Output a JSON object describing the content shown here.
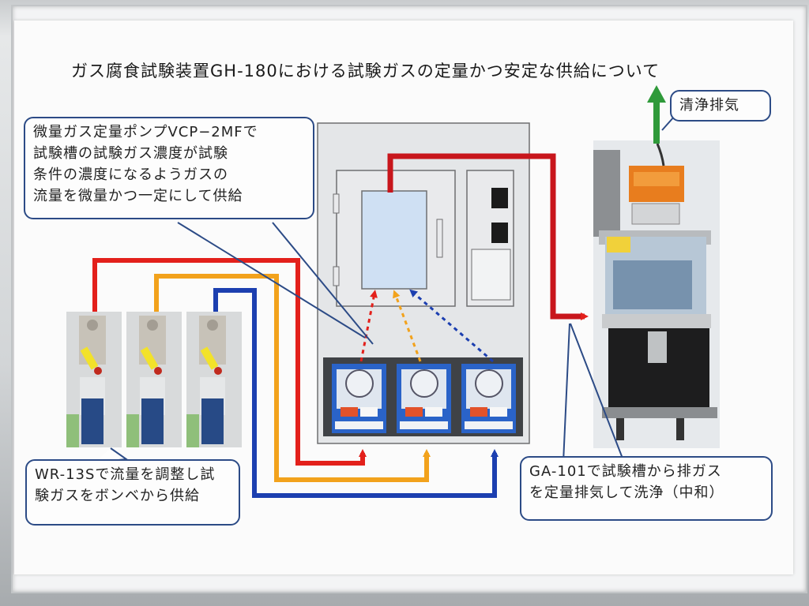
{
  "title": "ガス腐食試験装置GH-180における試験ガスの定量かつ安定な供給について",
  "callouts": {
    "pump": "微量ガス定量ポンプVCP−2MFで\n試験槽の試験ガス濃度が試験\n条件の濃度になるようガスの\n流量を微量かつ一定にして供給",
    "regulator": "WR-13Sで流量を調整し試\n験ガスをボンベから供給",
    "scrubber": "GA-101で試験槽から排ガス\nを定量排気して洗浄（中和）",
    "exhaust": "清浄排気"
  },
  "gas_lines": [
    {
      "name": "red",
      "color": "#e3201b"
    },
    {
      "name": "orange",
      "color": "#f2a21c"
    },
    {
      "name": "blue",
      "color": "#1c3fb0"
    }
  ],
  "colors": {
    "callout_border": "#2c4b86",
    "exhaust_arrow": "#2f9a3a",
    "cabinet": "#e4e6e8",
    "pump_panel": "#2a63c8"
  },
  "icons": [
    "gas-cylinder-photo",
    "dosing-pump-icon",
    "scrubber-photo",
    "exhaust-arrow-icon"
  ]
}
